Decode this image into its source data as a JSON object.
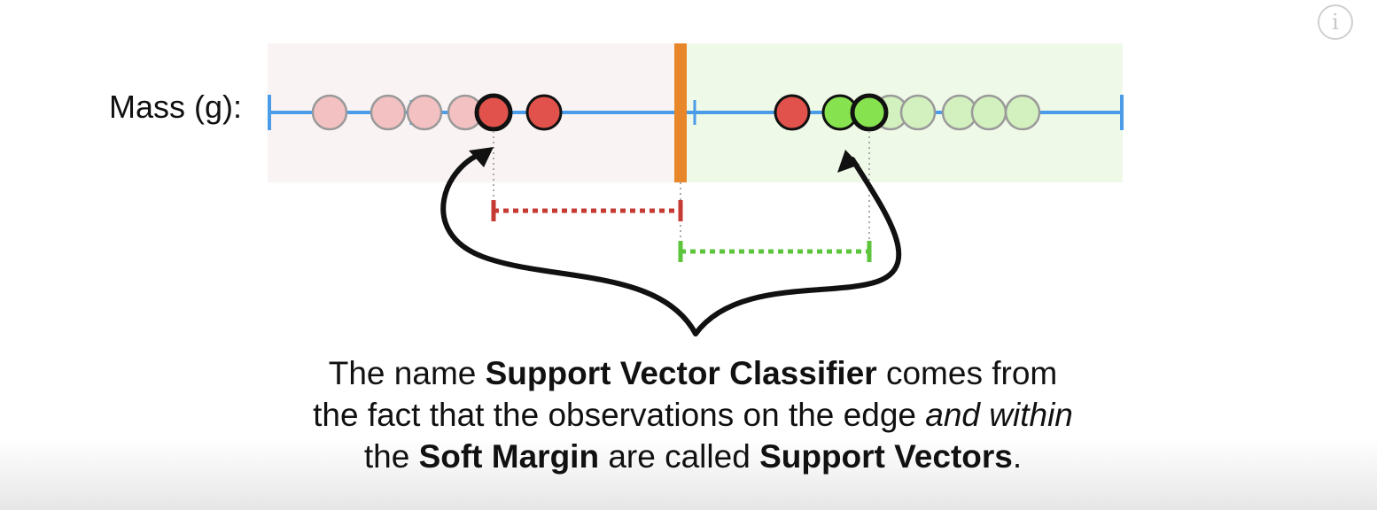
{
  "axis": {
    "label": "Mass (g):"
  },
  "info_button": {
    "icon": "info-icon",
    "glyph": "i"
  },
  "colors": {
    "axis_line": "#4a9be8",
    "threshold": "#e8872a",
    "red_region": "#faf3f4",
    "green_region": "#eff9e8",
    "red_point": "#e0524b",
    "red_point_faded": "#f4c1c2",
    "green_point": "#86e34f",
    "green_point_faded": "#d3f1bf",
    "red_margin": "#c63a34",
    "green_margin": "#5cc53b",
    "arrow": "#111111"
  },
  "observations": [
    {
      "class": "red",
      "style": "faded"
    },
    {
      "class": "red",
      "style": "faded"
    },
    {
      "class": "red",
      "style": "faded"
    },
    {
      "class": "red",
      "style": "faded"
    },
    {
      "class": "red",
      "style": "support-vector"
    },
    {
      "class": "red",
      "style": "inside-margin"
    },
    {
      "class": "red",
      "style": "inside-margin"
    },
    {
      "class": "green",
      "style": "inside-margin"
    },
    {
      "class": "green",
      "style": "support-vector"
    },
    {
      "class": "green",
      "style": "faded"
    },
    {
      "class": "green",
      "style": "faded"
    },
    {
      "class": "green",
      "style": "faded"
    },
    {
      "class": "green",
      "style": "faded"
    },
    {
      "class": "green",
      "style": "faded"
    }
  ],
  "caption": {
    "line1_a": "The name ",
    "line1_b": "Support Vector Classifier",
    "line1_c": " comes from",
    "line2_a": "the fact that the observations on the edge ",
    "line2_b": "and within",
    "line3_a": "the ",
    "line3_b": "Soft Margin",
    "line3_c": " are called ",
    "line3_d": "Support Vectors",
    "line3_e": "."
  }
}
